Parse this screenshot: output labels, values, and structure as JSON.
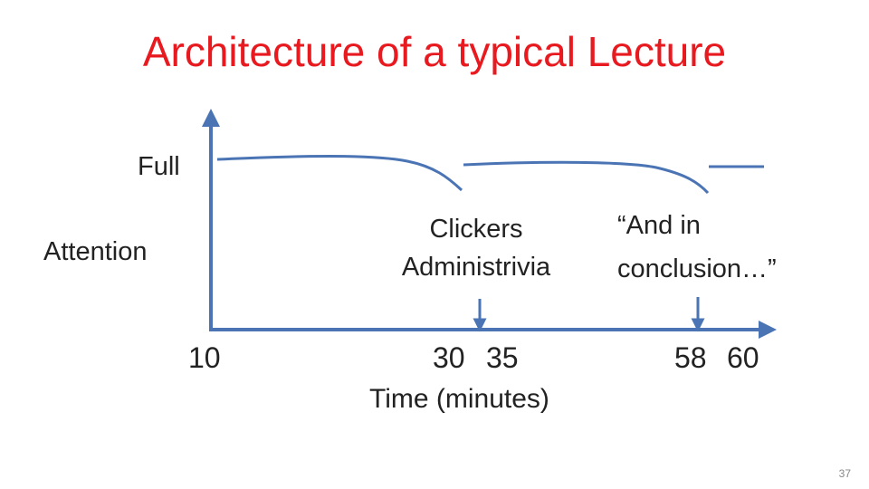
{
  "slide": {
    "title": "Architecture of a typical Lecture",
    "page_number": "37"
  },
  "labels": {
    "y_full": "Full",
    "y_attention": "Attention",
    "x_axis": "Time (minutes)"
  },
  "ticks": [
    "10",
    "30",
    "35",
    "58",
    "60"
  ],
  "annotations": {
    "clickers_line1": "Clickers",
    "clickers_line2": "Administrivia",
    "conclusion_line1": "“And in",
    "conclusion_line2": "conclusion…”"
  },
  "colors": {
    "title": "#e8191f",
    "lines": "#4a74b4"
  }
}
